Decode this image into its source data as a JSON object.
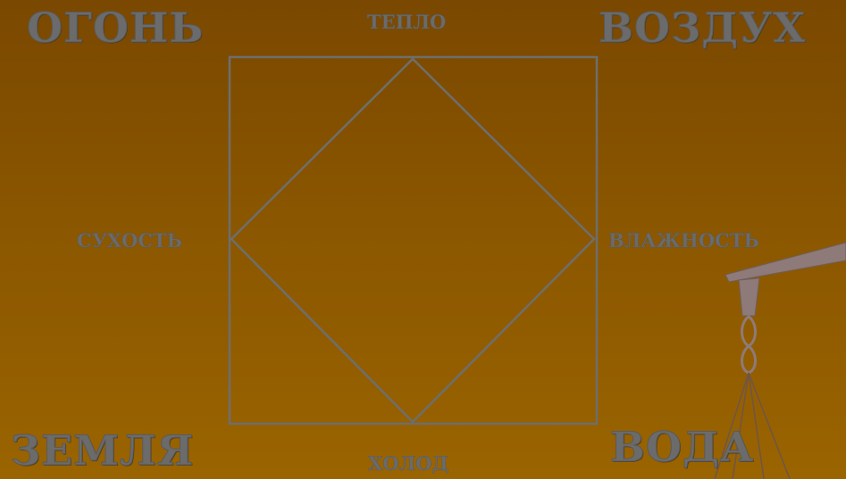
{
  "elements": {
    "fire": "ОГОНЬ",
    "air": "ВОЗДУХ",
    "earth": "ЗЕМЛЯ",
    "water": "ВОДА"
  },
  "qualities": {
    "heat": "ТЕПЛО",
    "dryness": "СУХОСТЬ",
    "moisture": "ВЛАЖНОСТЬ",
    "cold": "ХОЛОД"
  },
  "colors": {
    "background_top": "#7a4800",
    "background_bottom": "#9a6400",
    "text": "#6b6b6b",
    "lines": "#6e6e6e"
  }
}
